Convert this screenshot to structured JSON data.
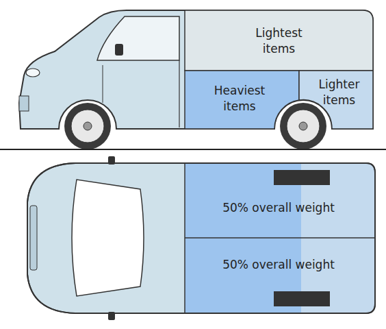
{
  "diagram": {
    "nodes": [
      {
        "text": [
          "Lightest items"
        ]
      },
      {
        "text": [
          "Heaviest items"
        ]
      },
      {
        "text": [
          "Lighter items"
        ]
      },
      {
        "text": [
          "50% overall weight"
        ]
      },
      {
        "text": [
          "50% overall weight"
        ]
      }
    ]
  }
}
